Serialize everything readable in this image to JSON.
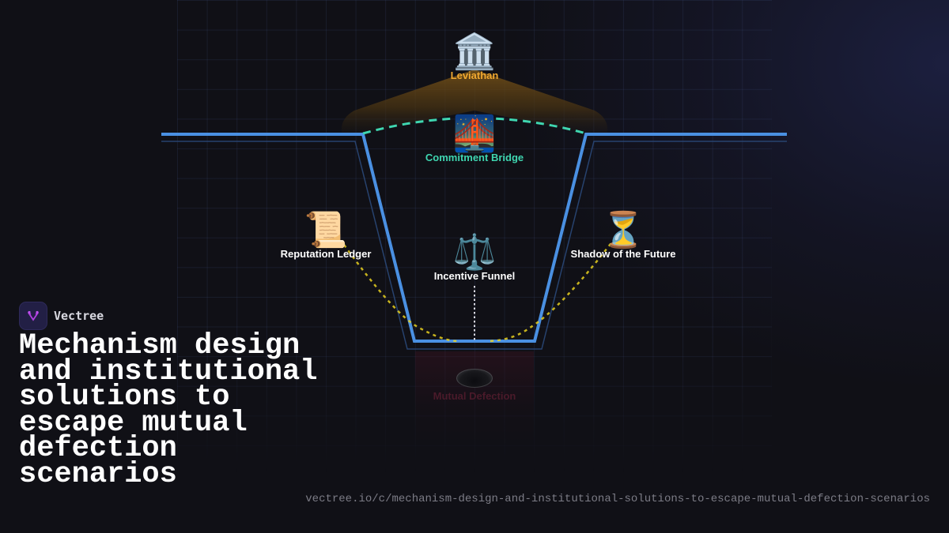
{
  "brand": {
    "name": "Vectree",
    "logo_icon": "vectree-logo-icon"
  },
  "title": "Mechanism design and institutional solutions to escape mutual defection scenarios",
  "url": "vectree.io/c/mechanism-design-and-institutional-solutions-to-escape-mutual-defection-scenarios",
  "colors": {
    "background": "#101016",
    "funnel_line": "#4a90e2",
    "bridge_dash": "#3fd6b0",
    "leviathan": "#f0a020",
    "path_dash": "#e8d020",
    "defection": "#4a1a2a"
  },
  "diagram": {
    "nodes": [
      {
        "id": "leviathan",
        "icon": "classical-building-icon",
        "glyph": "🏛️",
        "label": "Leviathan",
        "color": "#f0a830"
      },
      {
        "id": "commitment-bridge",
        "icon": "bridge-at-night-icon",
        "glyph": "🌉",
        "label": "Commitment Bridge",
        "color": "#3fd6b0"
      },
      {
        "id": "reputation-ledger",
        "icon": "scroll-icon",
        "glyph": "📜",
        "label": "Reputation Ledger",
        "color": "#ffffff"
      },
      {
        "id": "incentive-funnel",
        "icon": "balance-scale-icon",
        "glyph": "⚖️",
        "label": "Incentive Funnel",
        "color": "#ffffff"
      },
      {
        "id": "shadow-of-the-future",
        "icon": "hourglass-icon",
        "glyph": "⏳",
        "label": "Shadow of the Future",
        "color": "#ffffff"
      },
      {
        "id": "mutual-defection",
        "icon": "hole-icon",
        "glyph": "",
        "label": "Mutual Defection",
        "color": "#4a1a2a"
      }
    ]
  }
}
